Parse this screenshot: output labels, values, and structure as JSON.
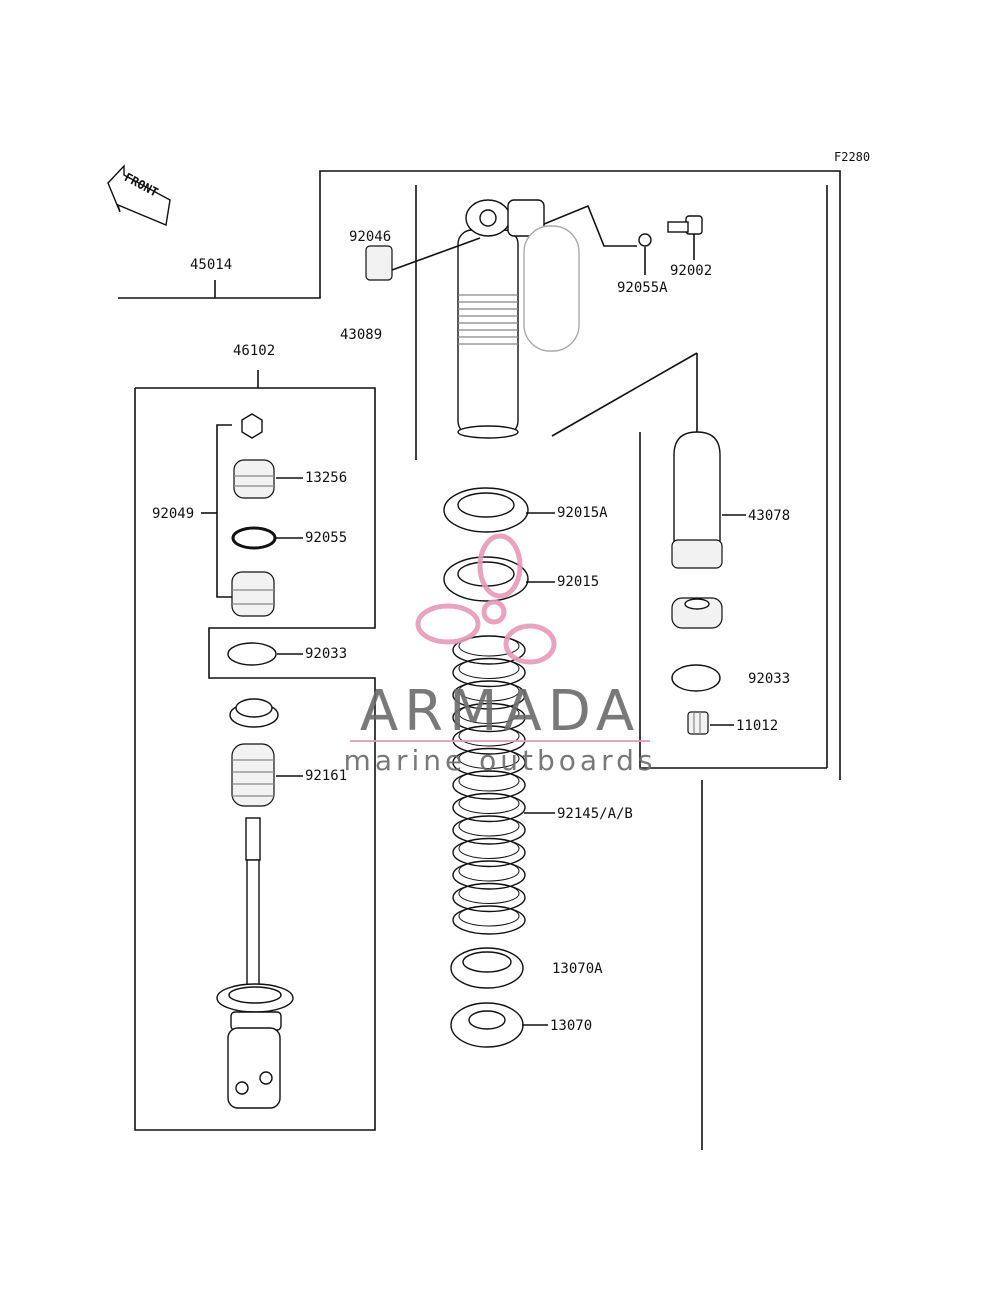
{
  "diagram": {
    "figure_code": "F2280",
    "front_label": "FRONT",
    "labels": {
      "p45014": "45014",
      "p92046": "92046",
      "p43089": "43089",
      "p92055A": "92055A",
      "p92002": "92002",
      "p46102": "46102",
      "p92049": "92049",
      "p13256": "13256",
      "p92055": "92055",
      "p92033_left": "92033",
      "p92161": "92161",
      "p92015A": "92015A",
      "p92015": "92015",
      "p92145": "92145/A/B",
      "p13070A": "13070A",
      "p13070": "13070",
      "p43078": "43078",
      "p92033_right": "92033",
      "p11012": "11012"
    }
  },
  "watermark": {
    "brand": "ARMADA",
    "tagline": "marine outboards",
    "brand_color": "#6b6b6b",
    "accent_color": "#e89ab8"
  }
}
